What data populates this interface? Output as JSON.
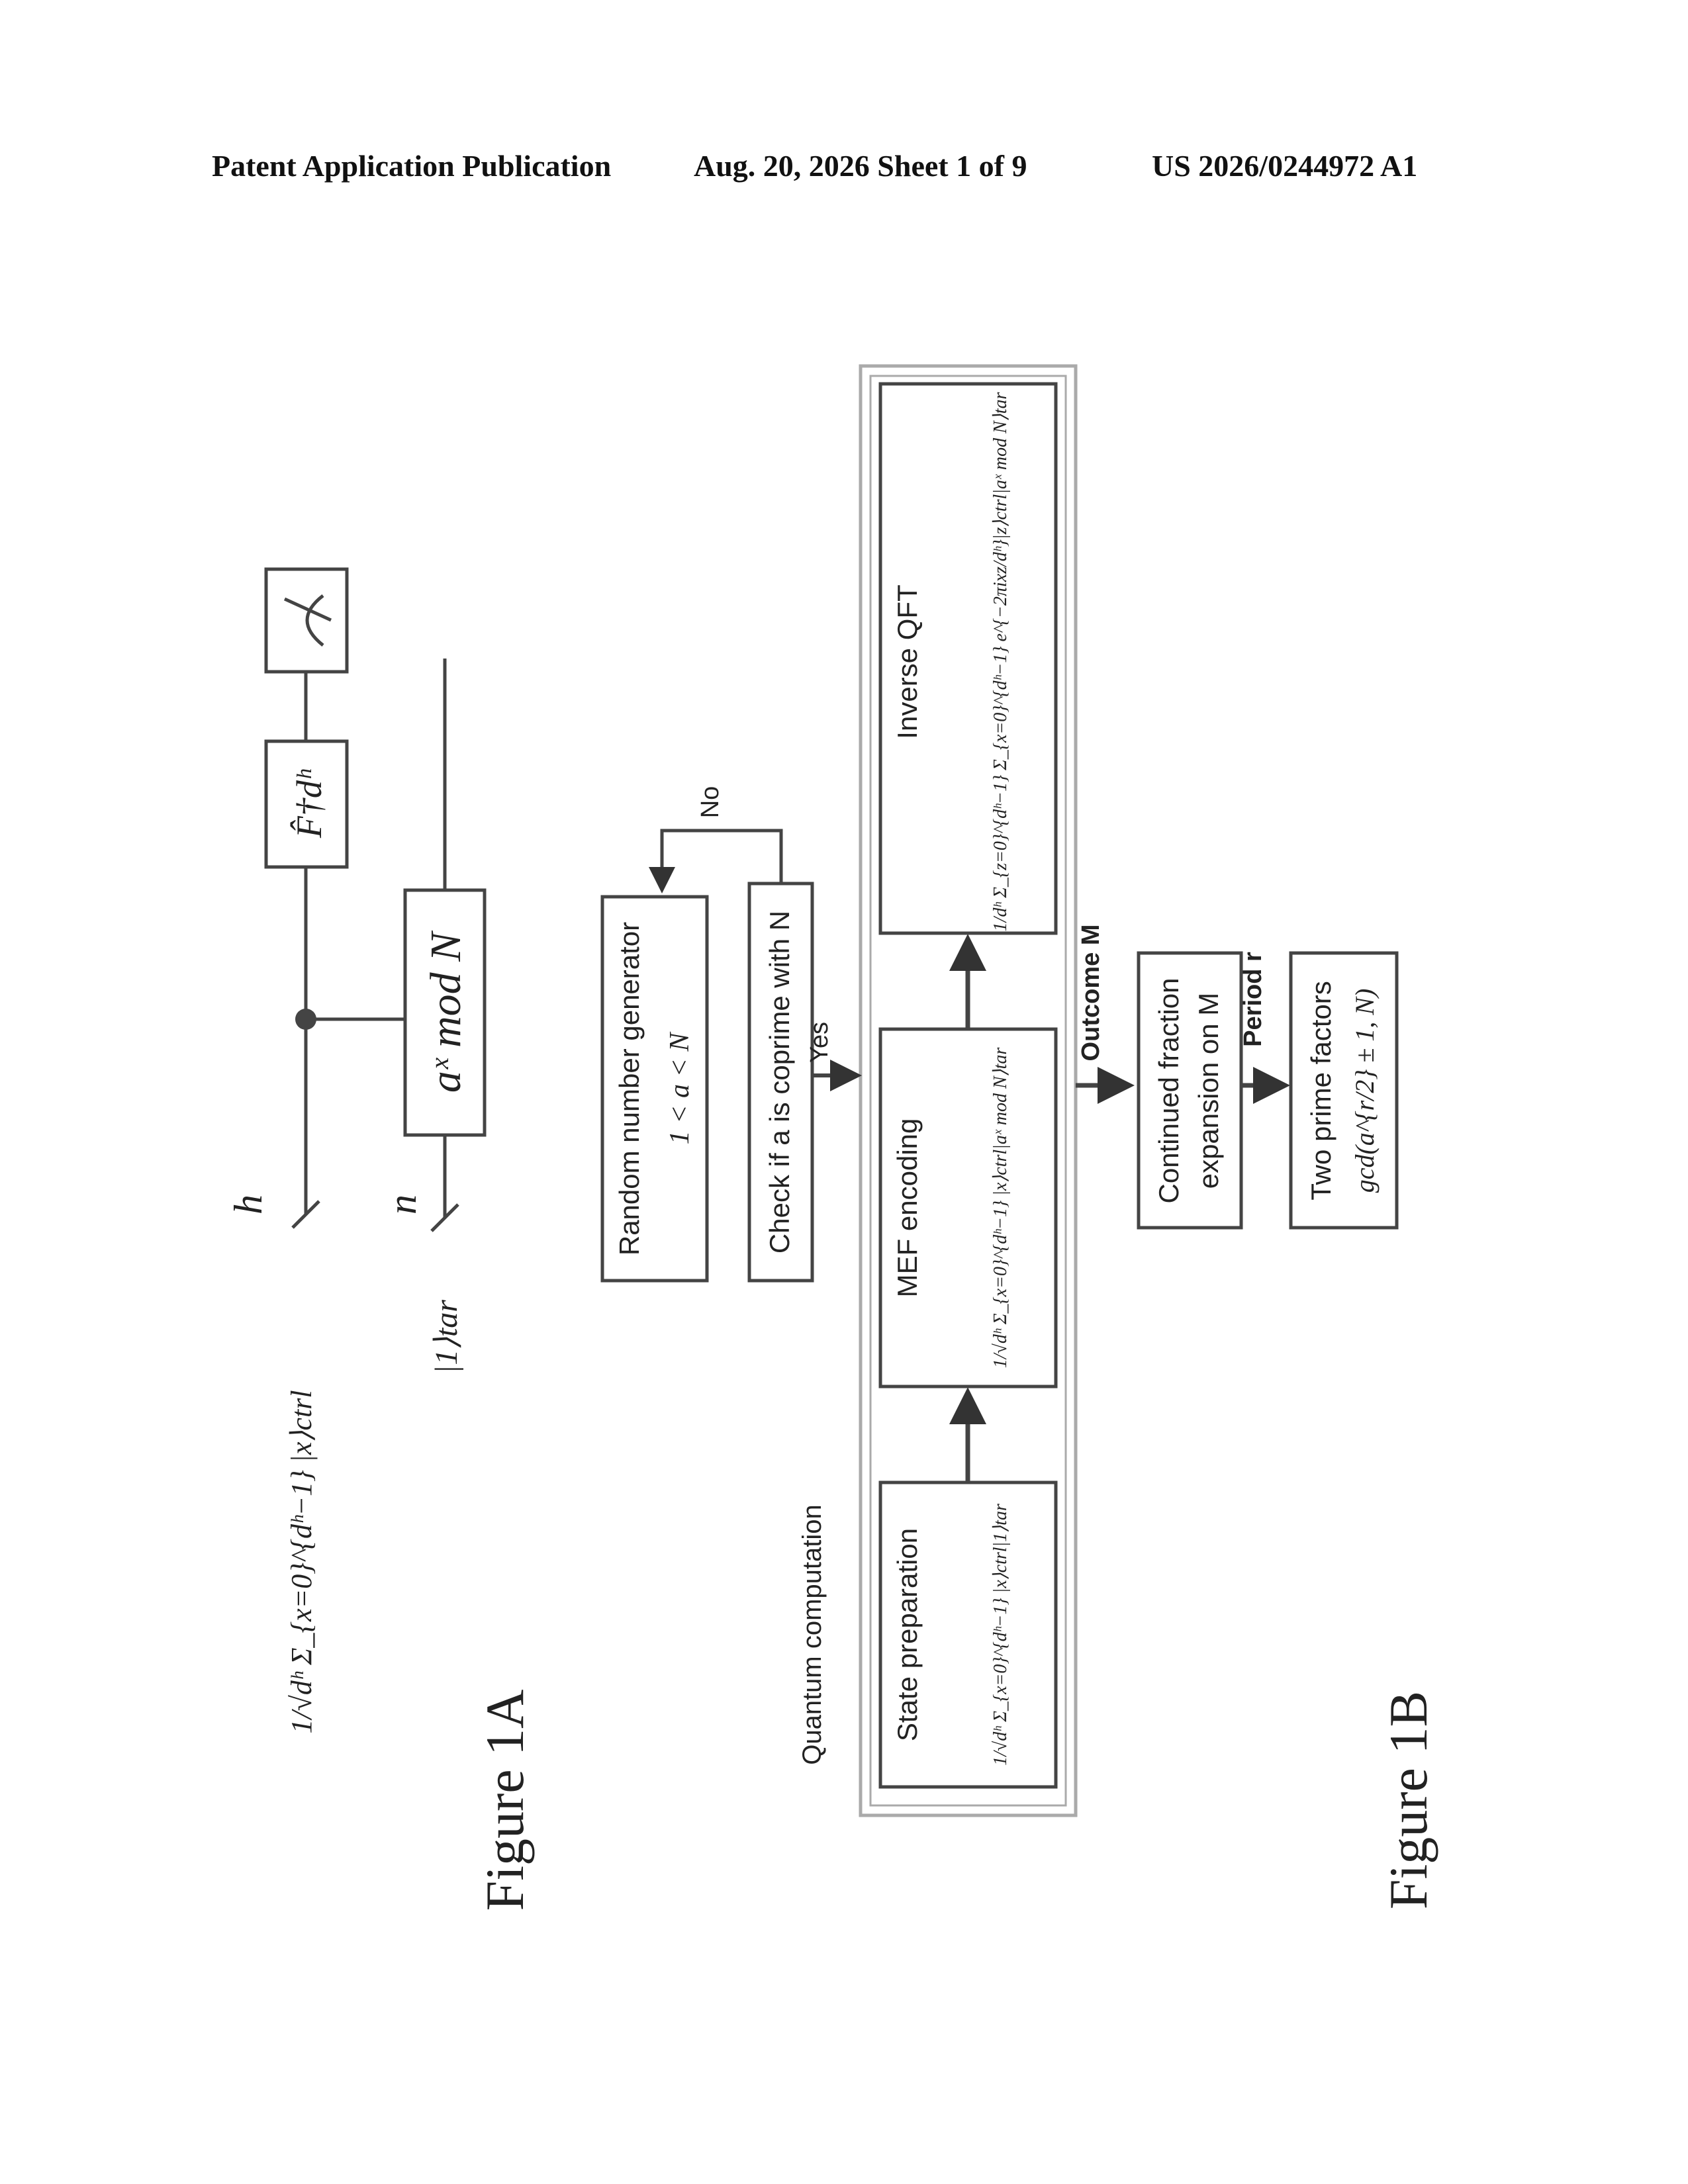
{
  "header": {
    "left": "Patent Application Publication",
    "middle": "Aug. 20, 2026  Sheet 1 of 9",
    "right": "US 2026/0244972 A1"
  },
  "fig1a": {
    "caption": "Figure 1A",
    "input_ctrl": "1/√dʰ Σ_{x=0}^{dʰ−1} |x⟩ctrl",
    "input_tar": "|1⟩tar",
    "wire_h": "h",
    "wire_n": "n",
    "modexp_label": "aˣ mod N",
    "qft_label": "F̂†dʰ",
    "measure_icon": "meter-icon"
  },
  "fig1b": {
    "caption": "Figure 1B",
    "group_label": "Quantum computation",
    "random_title": "Random number generator",
    "random_cond": "1 < a < N",
    "check": "Check if a is coprime with N",
    "no": "No",
    "yes": "Yes",
    "state_title": "State preparation",
    "state_eq": "1/√dʰ Σ_{x=0}^{dʰ−1} |x⟩ctrl|1⟩tar",
    "mef_title": "MEF encoding",
    "mef_eq": "1/√dʰ Σ_{x=0}^{dʰ−1} |x⟩ctrl|aˣ mod N⟩tar",
    "iqft_title": "Inverse QFT",
    "iqft_eq": "1/dʰ Σ_{z=0}^{dʰ−1} Σ_{x=0}^{dʰ−1} e^{−2πixz/dʰ}|z⟩ctrl|aˣ mod N⟩tar",
    "outcome": "Outcome M",
    "cf_line1": "Continued fraction",
    "cf_line2": "expansion on M",
    "period": "Period r",
    "factors_title": "Two prime factors",
    "factors_eq": "gcd(a^{r/2} ± 1, N)"
  }
}
